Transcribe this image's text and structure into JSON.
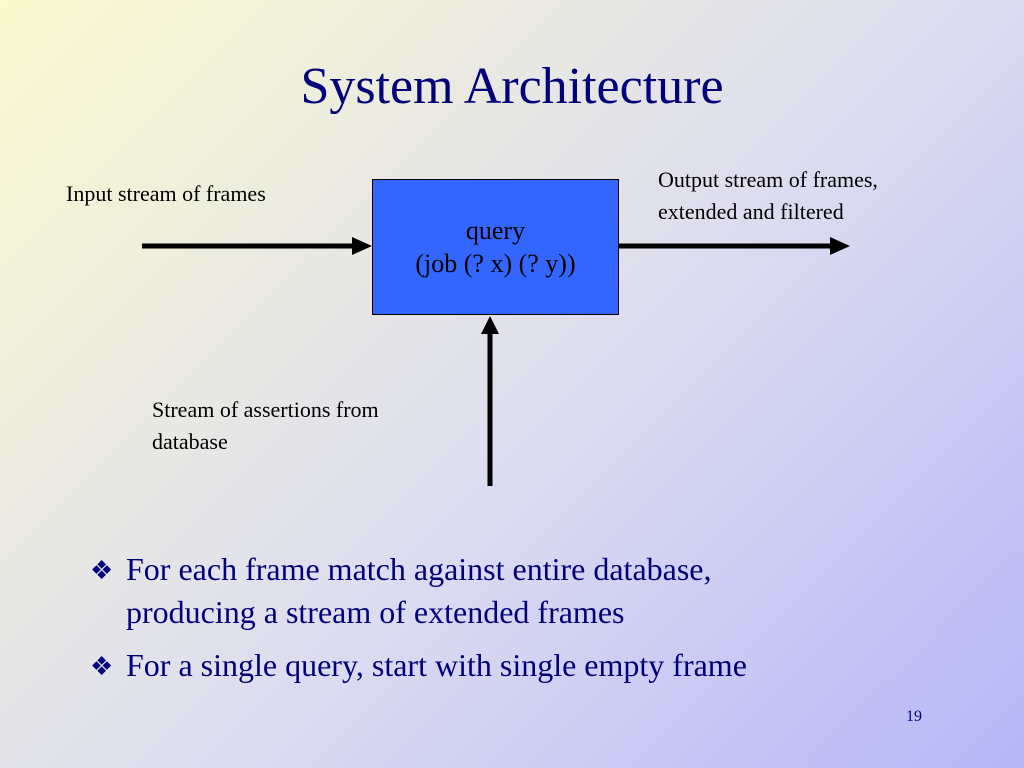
{
  "slide": {
    "title": "System Architecture",
    "slide_number": "19"
  },
  "diagram": {
    "input_label": "Input stream of frames",
    "output_label_line1": "Output stream of frames,",
    "output_label_line2": "extended and filtered",
    "query_box_line1": "query",
    "query_box_line2": "(job (? x) (? y))",
    "database_label_line1": "Stream of assertions from",
    "database_label_line2": "database"
  },
  "bullets": [
    {
      "text_line1": "For each frame match against entire database,",
      "text_line2": "producing a stream of extended frames"
    },
    {
      "text_line1": "For a single query, start with single empty frame",
      "text_line2": ""
    }
  ],
  "icons": {
    "bullet": "four-diamond-bullet-icon"
  },
  "colors": {
    "title": "#00007a",
    "query_box": "#3366ff",
    "arrow": "#000000"
  }
}
